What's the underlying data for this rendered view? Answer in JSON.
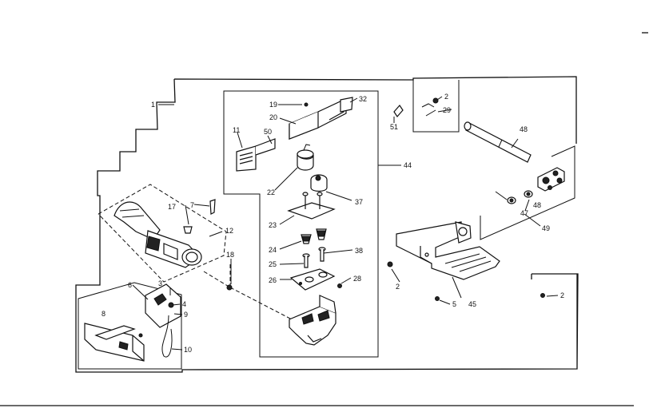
{
  "labels": {
    "l1": "1",
    "l2a": "2",
    "l2b": "2",
    "l2c": "2",
    "l3": "3",
    "l4": "4",
    "l5": "5",
    "l6": "6",
    "l7": "7",
    "l8": "8",
    "l9": "9",
    "l10": "10",
    "l11": "11",
    "l12": "12",
    "l17": "17",
    "l18": "18",
    "l19": "19",
    "l20": "20",
    "l22": "22",
    "l23": "23",
    "l24": "24",
    "l25": "25",
    "l26": "26",
    "l28": "28",
    "l29": "29",
    "l32": "32",
    "l37": "37",
    "l38": "38",
    "l44": "44",
    "l45": "45",
    "l47": "47",
    "l48a": "48",
    "l48b": "48",
    "l49": "49",
    "l50": "50",
    "l51": "51"
  }
}
